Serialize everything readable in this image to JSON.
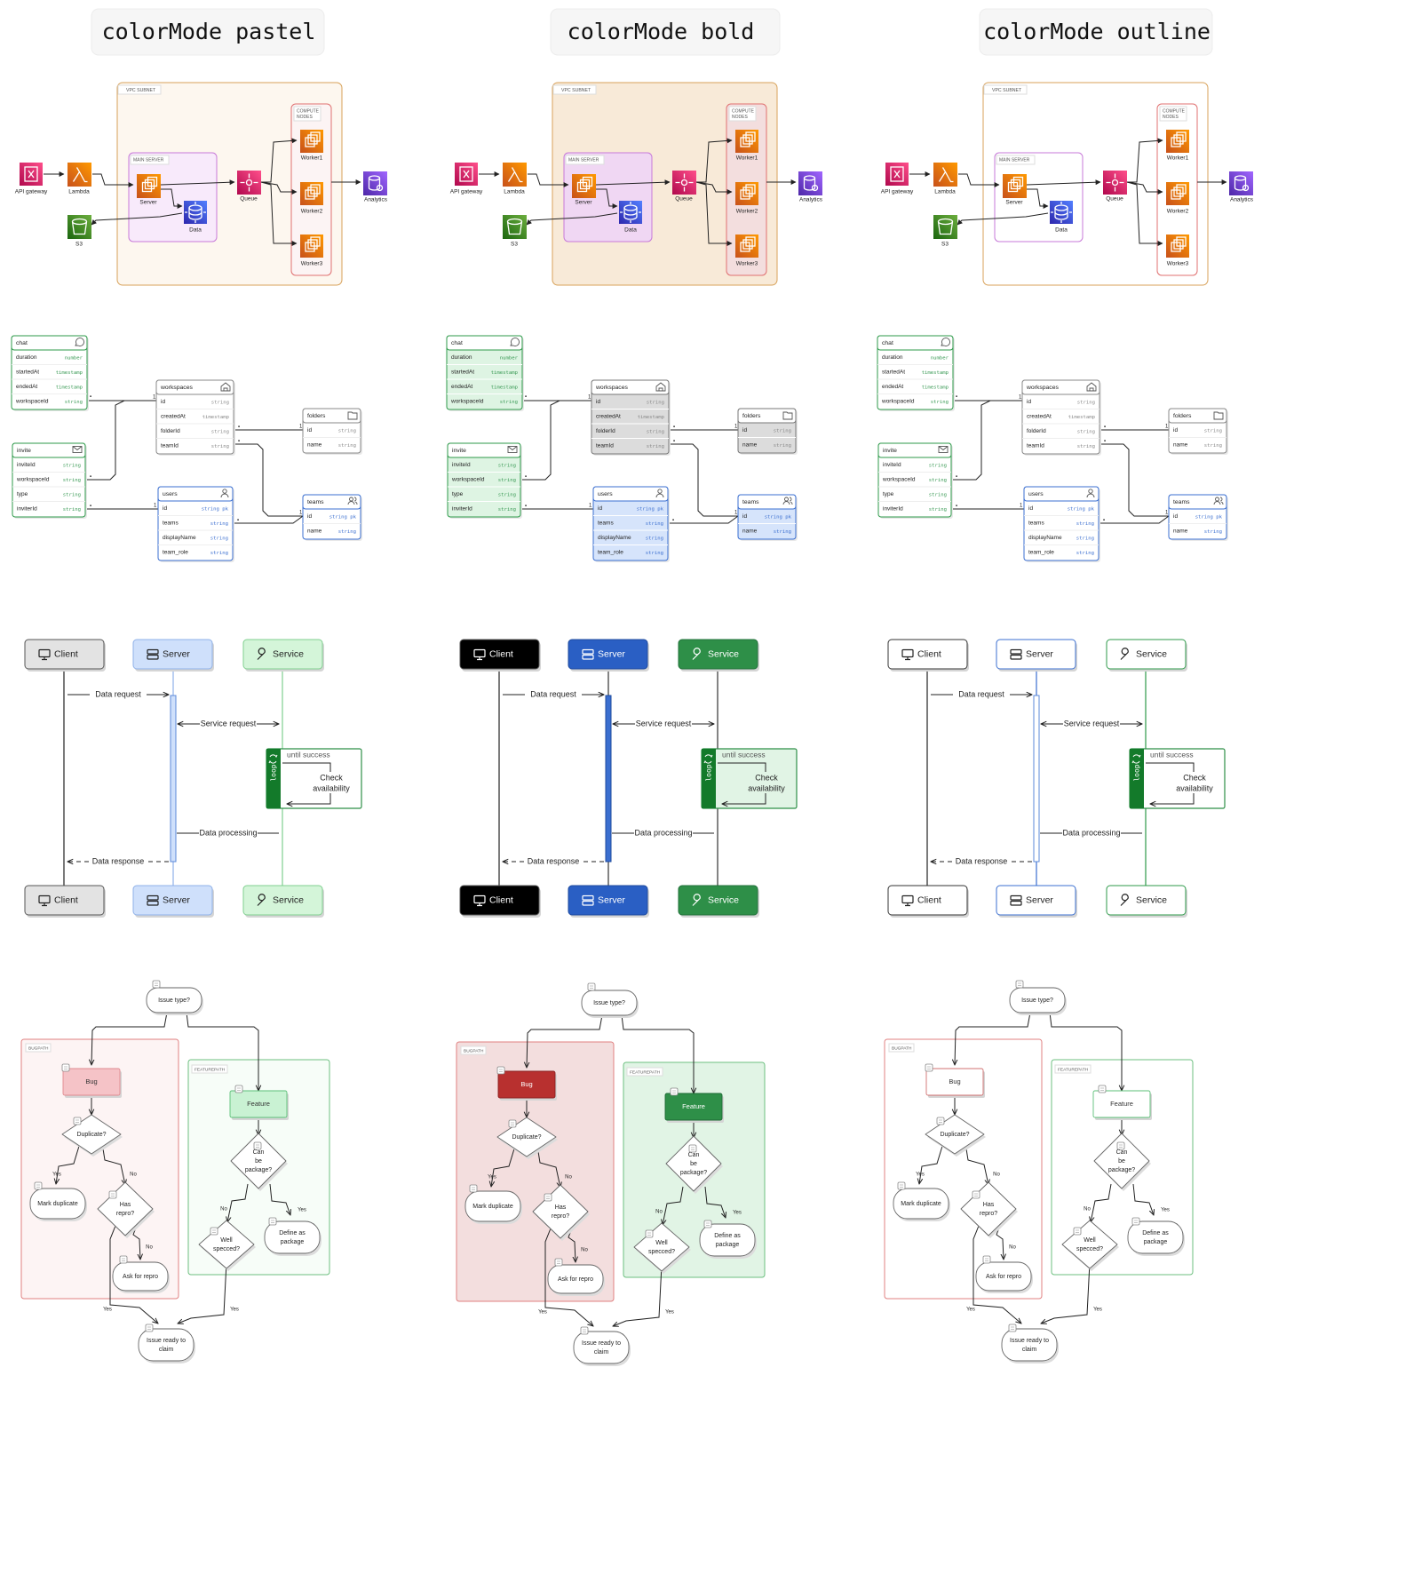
{
  "columns": [
    {
      "title": "colorMode pastel",
      "mode": "pastel"
    },
    {
      "title": "colorMode bold",
      "mode": "bold"
    },
    {
      "title": "colorMode outline",
      "mode": "outline"
    }
  ],
  "architecture": {
    "subnet_label": "VPC SUBNET",
    "main_server_label": "MAIN SERVER",
    "compute_label_1": "COMPUTE",
    "compute_label_2": "NODES",
    "nodes": {
      "api": "API gateway",
      "lambda": "Lambda",
      "server": "Server",
      "data": "Data",
      "s3": "S3",
      "queue": "Queue",
      "worker1": "Worker1",
      "worker2": "Worker2",
      "worker3": "Worker3",
      "analytics": "Analytics"
    }
  },
  "er": {
    "tables": [
      {
        "key": "chat",
        "name": "chat",
        "color": "green",
        "icon": "chat-icon",
        "fields": [
          [
            "duration",
            "number"
          ],
          [
            "startedAt",
            "timestamp"
          ],
          [
            "endedAt",
            "timestamp"
          ],
          [
            "workspaceId",
            "string"
          ]
        ]
      },
      {
        "key": "workspaces",
        "name": "workspaces",
        "color": "gray",
        "icon": "home-icon",
        "fields": [
          [
            "id",
            "string"
          ],
          [
            "createdAt",
            "timestamp"
          ],
          [
            "folderId",
            "string"
          ],
          [
            "teamId",
            "string"
          ]
        ]
      },
      {
        "key": "folders",
        "name": "folders",
        "color": "gray",
        "icon": "folder-icon",
        "fields": [
          [
            "id",
            "string"
          ],
          [
            "name",
            "string"
          ]
        ]
      },
      {
        "key": "invite",
        "name": "invite",
        "color": "green",
        "icon": "mail-icon",
        "fields": [
          [
            "inviteId",
            "string"
          ],
          [
            "workspaceId",
            "string"
          ],
          [
            "type",
            "string"
          ],
          [
            "inviterId",
            "string"
          ]
        ]
      },
      {
        "key": "users",
        "name": "users",
        "color": "blue",
        "icon": "user-icon",
        "fields": [
          [
            "id",
            "string pk"
          ],
          [
            "teams",
            "string"
          ],
          [
            "displayName",
            "string"
          ],
          [
            "team_role",
            "string"
          ]
        ]
      },
      {
        "key": "teams",
        "name": "teams",
        "color": "blue",
        "icon": "users-icon",
        "fields": [
          [
            "id",
            "string pk"
          ],
          [
            "name",
            "string"
          ]
        ]
      }
    ]
  },
  "sequence": {
    "actors": {
      "client": "Client",
      "server": "Server",
      "service": "Service"
    },
    "messages": {
      "data_request": "Data request",
      "service_request": "Service request",
      "data_processing": "Data processing",
      "data_response": "Data response"
    },
    "loop_label": "loop",
    "loop_condition": "until success",
    "loop_step_1": "Check",
    "loop_step_2": "availability"
  },
  "flowchart": {
    "start": "Issue type?",
    "bugpath_label": "BUGPATH",
    "featurepath_label": "FEATUREPATH",
    "bug": "Bug",
    "feature": "Feature",
    "duplicate": "Duplicate?",
    "mark_duplicate": "Mark duplicate",
    "has_repro_1": "Has",
    "has_repro_2": "repro?",
    "ask_repro": "Ask for repro",
    "can_package_1": "Can",
    "can_package_2": "be",
    "can_package_3": "package?",
    "well_specced_1": "Well",
    "well_specced_2": "specced?",
    "define_package_1": "Define as",
    "define_package_2": "package",
    "ready_1": "Issue ready to",
    "ready_2": "claim",
    "yes": "Yes",
    "no": "No"
  },
  "palettes": {
    "pastel": {
      "subnet_fill": "#fdf7ef",
      "main_fill": "#f8eafb",
      "green_head": "#ffffff",
      "green_row": "#ffffff",
      "green_stroke": "#2e9a4a",
      "gray_head": "#ffffff",
      "gray_row": "#ffffff",
      "gray_stroke": "#888888",
      "blue_head": "#ffffff",
      "blue_row": "#ffffff",
      "blue_stroke": "#3b6fd0",
      "client_fill": "#e3e3e3",
      "server_fill": "#cfe0fb",
      "service_fill": "#d4f5d9",
      "actor_text": "#222222",
      "server_stroke": "#8fb1e8",
      "service_stroke": "#7fcf8f",
      "server_life": "#8fb1e8",
      "service_life": "#7fcf8f",
      "activation": "#cfe0fb",
      "bug_fill": "#f5c3c7",
      "bug_text": "#333333",
      "feature_fill": "#c9f2d3",
      "feature_text": "#333333",
      "bugzone_fill": "#fdf4f4",
      "featurezone_fill": "#f7fdf8"
    },
    "bold": {
      "subnet_fill": "#f8ead8",
      "main_fill": "#f0d7f3",
      "green_head": "#def4e3",
      "green_row": "#def4e3",
      "green_stroke": "#2e9a4a",
      "gray_head": "#dcdcdc",
      "gray_row": "#dcdcdc",
      "gray_stroke": "#777777",
      "blue_head": "#d6e4fb",
      "blue_row": "#d6e4fb",
      "blue_stroke": "#3b6fd0",
      "client_fill": "#000000",
      "server_fill": "#2a5fc4",
      "service_fill": "#2e8f48",
      "actor_text": "#ffffff",
      "server_stroke": "#1d4a9e",
      "service_stroke": "#21703a",
      "server_life": "#333333",
      "service_life": "#333333",
      "activation": "#3b6fd0",
      "bug_fill": "#b8302f",
      "bug_text": "#ffffff",
      "feature_fill": "#2e8f48",
      "feature_text": "#ffffff",
      "bugzone_fill": "#f3dede",
      "featurezone_fill": "#e1f4e5"
    },
    "outline": {
      "subnet_fill": "#ffffff",
      "main_fill": "#ffffff",
      "green_head": "#ffffff",
      "green_row": "#ffffff",
      "green_stroke": "#2e9a4a",
      "gray_head": "#ffffff",
      "gray_row": "#ffffff",
      "gray_stroke": "#888888",
      "blue_head": "#ffffff",
      "blue_row": "#ffffff",
      "blue_stroke": "#3b6fd0",
      "client_fill": "#ffffff",
      "server_fill": "#ffffff",
      "service_fill": "#ffffff",
      "actor_text": "#222222",
      "server_stroke": "#3b6fd0",
      "service_stroke": "#2e9a4a",
      "server_life": "#3b6fd0",
      "service_life": "#2e9a4a",
      "activation": "#ffffff",
      "bug_fill": "#ffffff",
      "bug_text": "#333333",
      "feature_fill": "#ffffff",
      "feature_text": "#333333",
      "bugzone_fill": "#ffffff",
      "featurezone_fill": "#ffffff"
    }
  }
}
